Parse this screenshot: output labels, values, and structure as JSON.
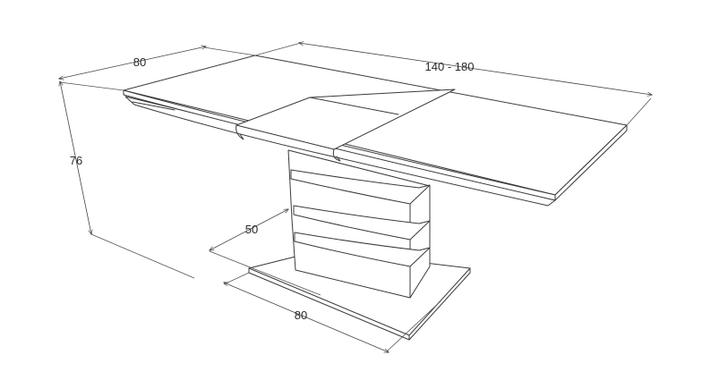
{
  "dimensions": {
    "top_width": "80",
    "top_length": "140 - 180",
    "height": "76",
    "base_width": "50",
    "base_length": "80"
  },
  "colors": {
    "line": "#3a3a3a",
    "background": "#ffffff"
  }
}
